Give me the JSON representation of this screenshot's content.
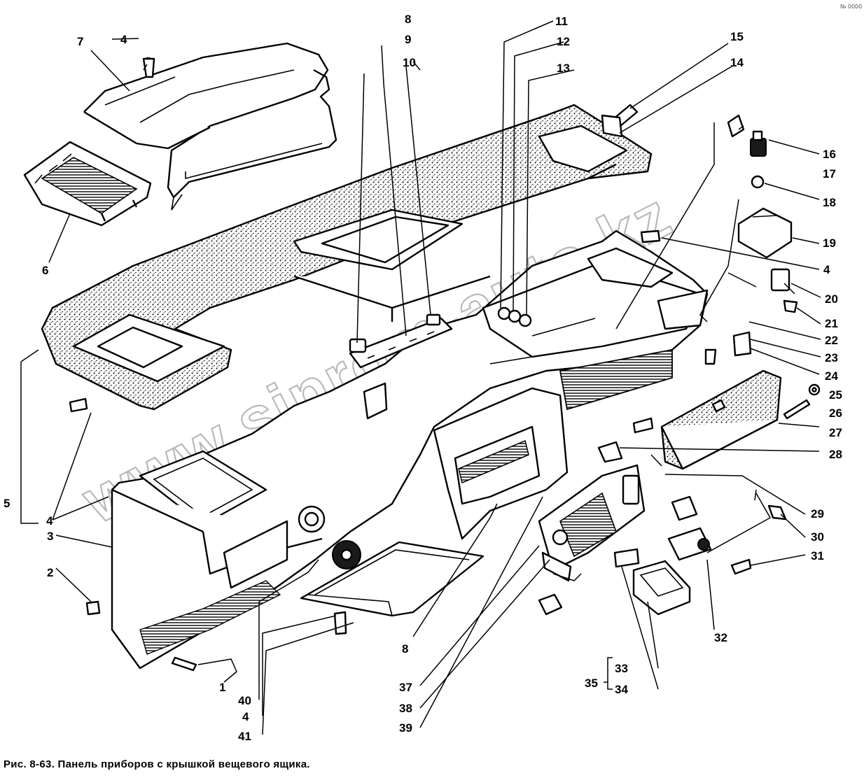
{
  "caption": "Рис. 8-63. Панель приборов с крышкой вещевого ящика.",
  "watermark": "www.sinrom-auto.kz",
  "corner_mark": "№ 0000",
  "colors": {
    "ink": "#000000",
    "paper": "#ffffff",
    "watermark": "#b9b9b9"
  },
  "callouts": {
    "n1": "1",
    "n2": "2",
    "n3": "3",
    "n4a": "4",
    "n4b": "4",
    "n4c": "4",
    "n4d": "4",
    "n5": "5",
    "n6": "6",
    "n7": "7",
    "n8a": "8",
    "n8b": "8",
    "n9": "9",
    "n10": "10",
    "n11": "11",
    "n12": "12",
    "n13": "13",
    "n14": "14",
    "n15": "15",
    "n16": "16",
    "n17": "17",
    "n18": "18",
    "n19": "19",
    "n20": "20",
    "n21": "21",
    "n22": "22",
    "n23": "23",
    "n24": "24",
    "n25": "25",
    "n26": "26",
    "n27": "27",
    "n28": "28",
    "n29": "29",
    "n30": "30",
    "n31": "31",
    "n32": "32",
    "n33": "33",
    "n34": "34",
    "n35": "35",
    "n37": "37",
    "n38": "38",
    "n39": "39",
    "n40": "40",
    "n41": "41"
  }
}
